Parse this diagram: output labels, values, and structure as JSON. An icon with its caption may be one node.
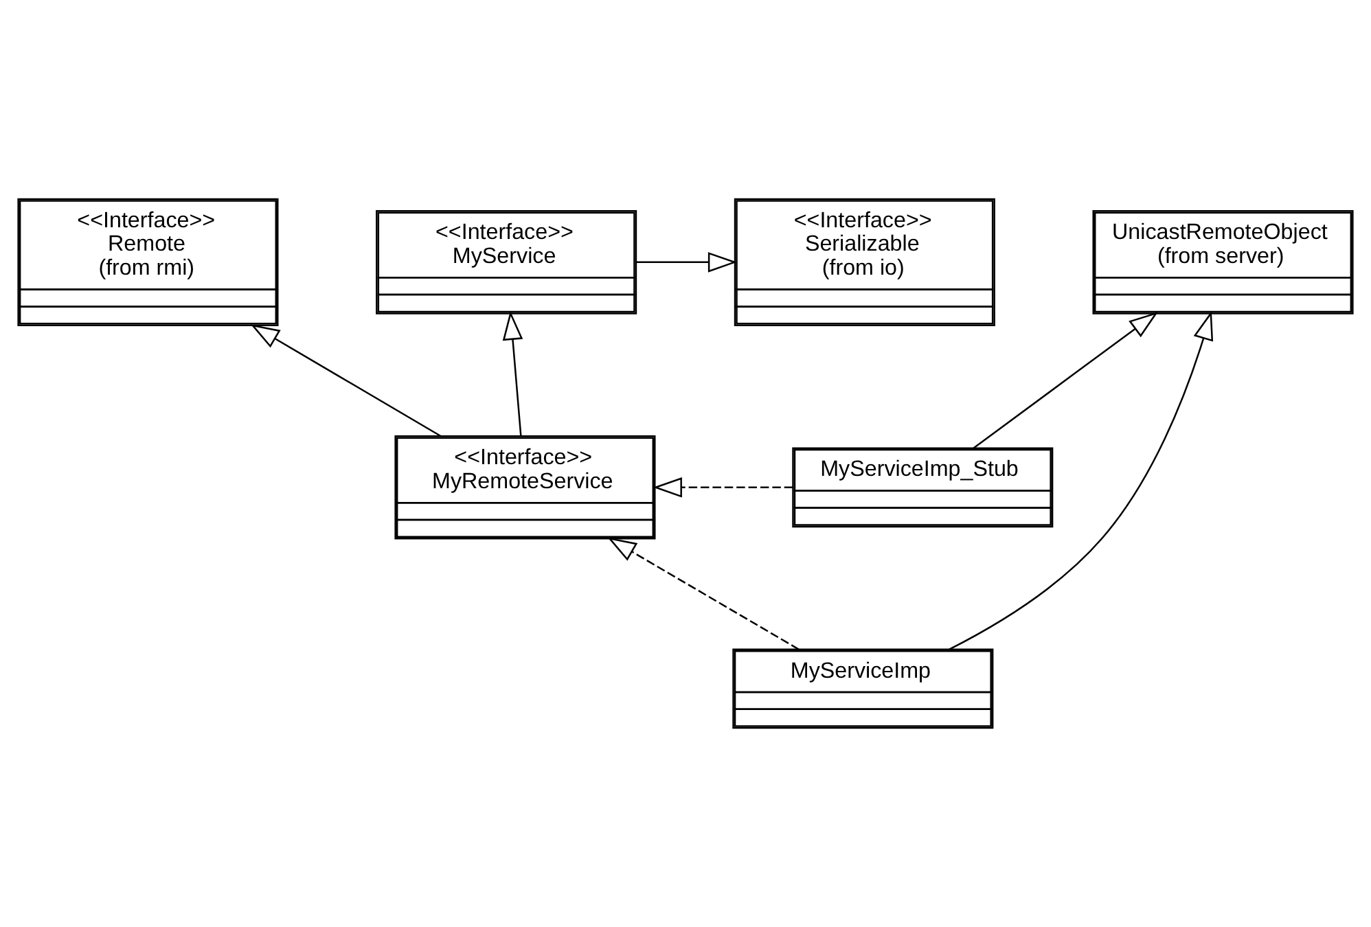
{
  "diagram": {
    "nodes": [
      {
        "text": [
          "<<Interface>>",
          "Serializable",
          "(from io)"
        ]
      },
      {
        "text": [
          "<<Interface>>",
          "MyService"
        ]
      },
      {
        "text": [
          "<<Interface>>",
          "Remote",
          "(from rmi)"
        ]
      },
      {
        "text": [
          "MyServiceImp_Stub"
        ]
      },
      {
        "text": [
          "<<Interface>>",
          "MyRemoteService"
        ]
      },
      {
        "text": [
          "UnicastRemoteObject",
          "(from server)"
        ]
      },
      {
        "text": [
          "MyServiceImp"
        ]
      }
    ],
    "edges": [
      {
        "from": 1,
        "to": 0,
        "arrow": "to"
      },
      {
        "from": 4,
        "to": 1,
        "arrow": "to"
      },
      {
        "from": 4,
        "to": 2,
        "arrow": "to"
      },
      {
        "from": 3,
        "to": 4,
        "arrow": "to",
        "style": "dashed"
      },
      {
        "from": 3,
        "to": 5,
        "arrow": "to"
      },
      {
        "from": 6,
        "to": 5,
        "arrow": "to"
      },
      {
        "from": 6,
        "to": 4,
        "arrow": "to",
        "style": "dashed"
      }
    ]
  }
}
